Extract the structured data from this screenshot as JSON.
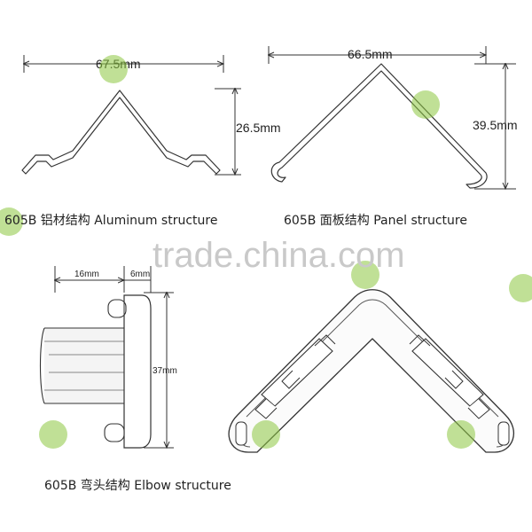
{
  "dimensions": {
    "aluminum_width": "67.5mm",
    "aluminum_height": "26.5mm",
    "panel_width": "66.5mm",
    "panel_height": "39.5mm",
    "elbow_left": "16mm",
    "elbow_right": "6mm",
    "elbow_height": "37mm"
  },
  "captions": {
    "aluminum": "605B 铝材结构 Aluminum structure",
    "panel": "605B 面板结构 Panel structure",
    "elbow": "605B 弯头结构 Elbow structure"
  },
  "watermark": {
    "text": "trade.china.com"
  },
  "colors": {
    "line": "#333333",
    "watermark_green": "#8cc63f",
    "watermark_gray": "#c9c9c9"
  }
}
